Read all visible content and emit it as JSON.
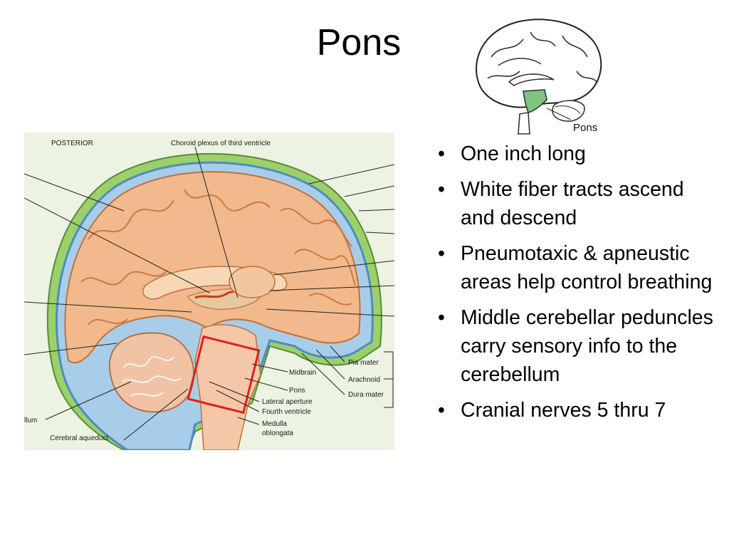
{
  "slide": {
    "title": "Pons"
  },
  "thumbnail": {
    "label": "Pons",
    "highlight_color": "#7fc47f"
  },
  "diagram": {
    "labels": {
      "posterior": "POSTERIOR",
      "choroid": "Choroid plexus of third ventricle",
      "pia": "Pia mater",
      "arachnoid": "Arachnoid",
      "dura": "Dura mater",
      "midbrain": "Midbrain",
      "pons": "Pons",
      "lateral_aperture": "Lateral aperture",
      "fourth_ventricle": "Fourth ventricle",
      "medulla_1": "Medulla",
      "medulla_2": "oblongata",
      "cerebral_aqueduct": "Cerebral aqueduct",
      "cerebellum_partial": "llum"
    },
    "highlight_color": "#e0201b"
  },
  "bullets": [
    {
      "marker": "•",
      "text": "One inch long"
    },
    {
      "marker": "•",
      "text": "White fiber tracts ascend and descend"
    },
    {
      "marker": "•",
      "text": "Pneumotaxic & apneustic areas help control breathing"
    },
    {
      "marker": "•",
      "text": "Middle cerebellar peduncles carry sensory info to the cerebellum"
    },
    {
      "marker": "•",
      "text": "Cranial nerves 5 thru 7"
    }
  ]
}
